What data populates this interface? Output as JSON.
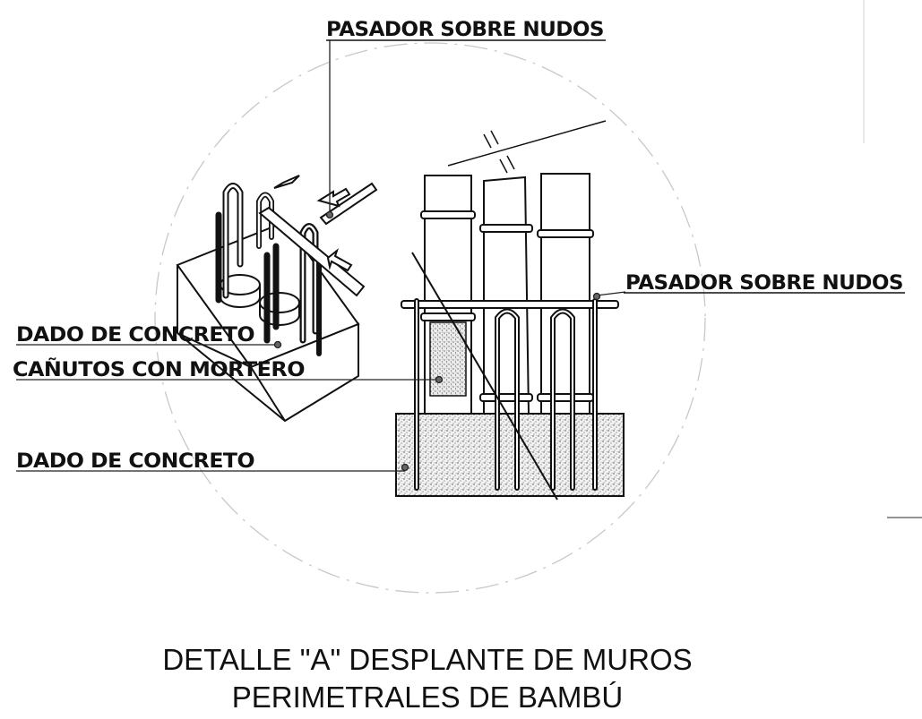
{
  "labels": {
    "pasador_top": "PASADOR SOBRE NUDOS",
    "pasador_right": "PASADOR SOBRE NUDOS",
    "dado_upper": "DADO DE CONCRETO",
    "canutos": "CAÑUTOS CON MORTERO",
    "dado_lower": "DADO DE CONCRETO"
  },
  "caption": {
    "line1": "DETALLE \"A\"  DESPLANTE DE MUROS",
    "line2": "PERIMETRALES DE BAMBÚ"
  }
}
